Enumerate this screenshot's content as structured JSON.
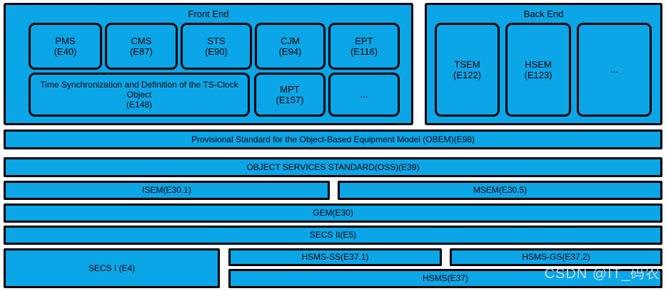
{
  "diagram": {
    "type": "layered-architecture",
    "background_color": "#ffffff",
    "block_fill_color": "#0BA6E8",
    "block_border_color": "#000000",
    "groups": [
      {
        "id": "front-end",
        "title": "Front End",
        "rows": [
          [
            {
              "id": "pms",
              "label": "PMS\n(E40)"
            },
            {
              "id": "cms",
              "label": "CMS\n(E87)"
            },
            {
              "id": "sts",
              "label": "STS\n(E90)"
            },
            {
              "id": "cjm",
              "label": "CJM\n(E94)"
            },
            {
              "id": "ept",
              "label": "EPT\n(E116)"
            }
          ],
          [
            {
              "id": "ts-clock",
              "label": "Time Synchronization and Definition of the TS-Clock Object\n(E148)"
            },
            {
              "id": "mpt",
              "label": "MPT\n(E157)"
            },
            {
              "id": "fe-more",
              "label": "..."
            }
          ]
        ]
      },
      {
        "id": "back-end",
        "title": "Back End",
        "rows": [
          [
            {
              "id": "tsem",
              "label": "TSEM\n(E122)"
            },
            {
              "id": "hsem",
              "label": "HSEM\n(E123)"
            },
            {
              "id": "be-more",
              "label": "..."
            }
          ]
        ]
      }
    ],
    "layers": [
      {
        "id": "obem",
        "label": "Provisional Standard for the Object-Based Equipment Model (OBEM)(E98)"
      },
      {
        "id": "oss",
        "label": "OBJECT SERVICES STANDARD(OSS)(E39)"
      },
      {
        "id": "isem",
        "label": "ISEM(E30.1)"
      },
      {
        "id": "msem",
        "label": "MSEM(E30.5)"
      },
      {
        "id": "gem",
        "label": "GEM(E30)"
      },
      {
        "id": "secs2",
        "label": "SECS II(E5)"
      },
      {
        "id": "secs1",
        "label": "SECS I (E4)"
      },
      {
        "id": "hsms-ss",
        "label": "HSMS-SS(E37.1)"
      },
      {
        "id": "hsms-gs",
        "label": "HSMS-GS(E37.2)"
      },
      {
        "id": "hsms",
        "label": "HSMS(E37)"
      }
    ]
  },
  "watermark": {
    "text": "CSDN @IT_码农"
  }
}
